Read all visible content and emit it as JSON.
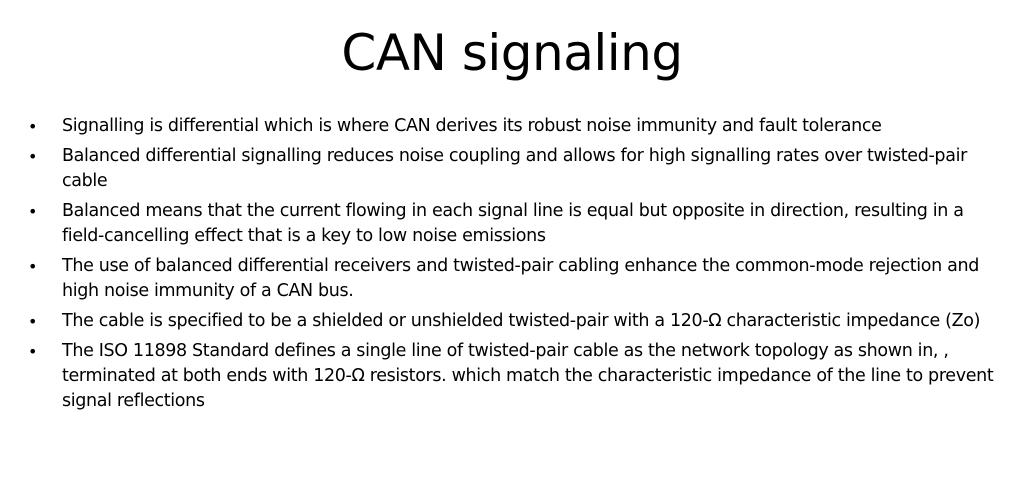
{
  "slide": {
    "title": "CAN signaling",
    "bullet_glyph": "•",
    "bullets": [
      "Signalling is differential which is where CAN derives its robust noise immunity and fault tolerance",
      "Balanced differential signalling reduces noise coupling and allows for high signalling rates over twisted-pair cable",
      "Balanced means that the current flowing in each signal line is equal but opposite in direction, resulting in a field-cancelling  effect that is a key to low noise emissions",
      "The use of balanced differential receivers and twisted-pair cabling enhance the common-mode rejection and high noise immunity of a CAN bus.",
      "The cable is specified to be a shielded or unshielded twisted-pair with a 120-Ω characteristic impedance (Zo)",
      "The ISO 11898 Standard defines a single line of twisted-pair cable as the network topology as shown in, , terminated at both ends with 120-Ω resistors. which match the characteristic impedance of the line to prevent signal reflections"
    ]
  }
}
